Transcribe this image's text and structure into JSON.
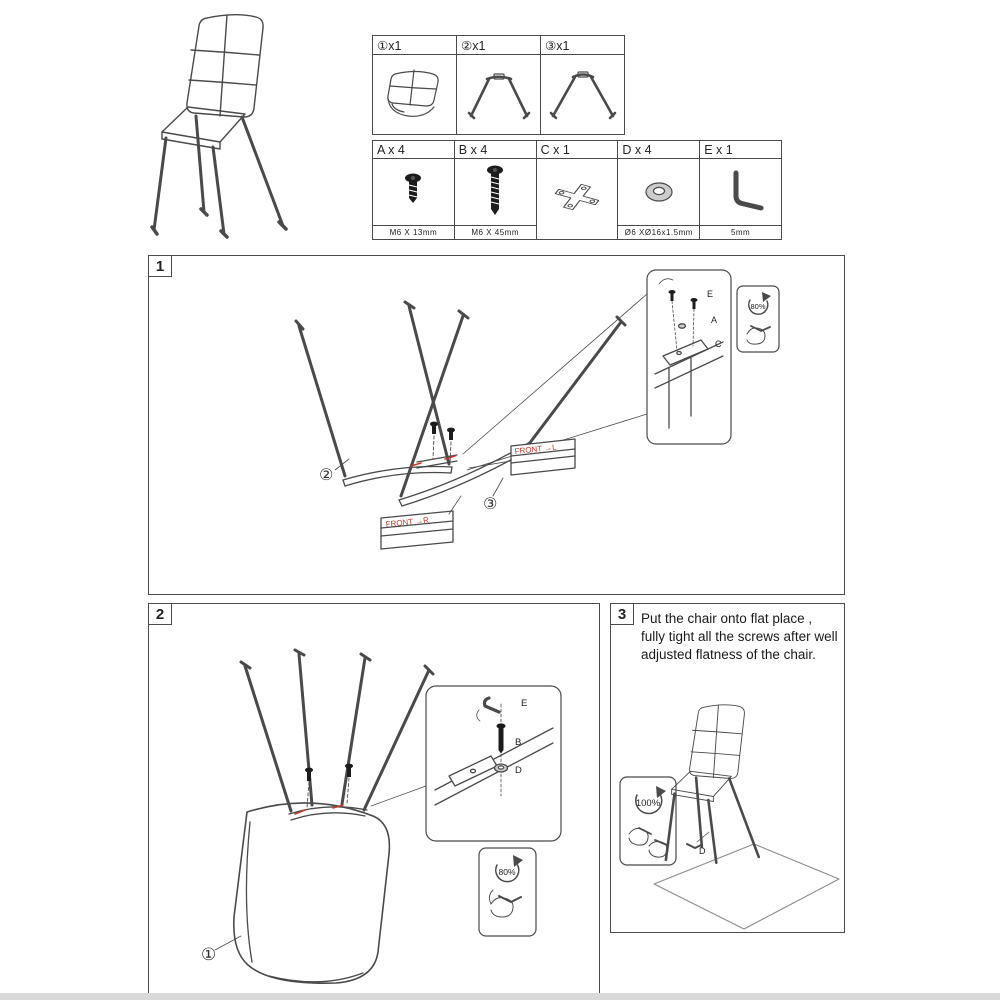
{
  "colors": {
    "line": "#4a4a4a",
    "accent_red": "#c23b2b",
    "footer_strip": "#d9d9d9"
  },
  "parts_box": {
    "items": [
      {
        "label": "①x1"
      },
      {
        "label": "②x1"
      },
      {
        "label": "③x1"
      }
    ]
  },
  "hardware_box": {
    "items": [
      {
        "label": "A x 4",
        "spec": "M6 X 13mm"
      },
      {
        "label": "B x 4",
        "spec": "M6 X 45mm"
      },
      {
        "label": "C x 1",
        "spec": ""
      },
      {
        "label": "D x 4",
        "spec": "Ø6 XØ16x1.5mm"
      },
      {
        "label": "E x 1",
        "spec": "5mm"
      }
    ]
  },
  "step1": {
    "number": "1",
    "part2_label": "②",
    "part3_label": "③",
    "front_left": "FRONT →L",
    "front_right": "FRONT →R",
    "bolt_e": "E",
    "bolt_a": "A",
    "bolt_c": "C",
    "torque": "80%"
  },
  "step2": {
    "number": "2",
    "part1_label": "①",
    "key_e": "E",
    "bolt_b": "B",
    "washer_d": "D",
    "torque": "80%"
  },
  "step3": {
    "number": "3",
    "instruction": "Put the chair onto flat place , fully tight all the screws after well adjusted flatness of the chair.",
    "torque": "100%",
    "tool_d": "D"
  }
}
